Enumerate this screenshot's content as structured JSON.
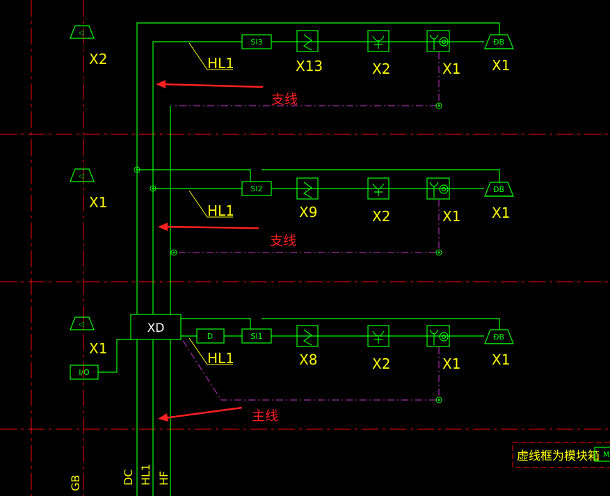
{
  "colors": {
    "background": "#000000",
    "wire": "#00ff00",
    "label": "#ffff00",
    "grid": "#ff0000",
    "dashed_link": "#cc33cc",
    "arrow": "#ff2020"
  },
  "left_column": {
    "speaker_labels": [
      "X2",
      "X1",
      "X1"
    ],
    "io_label": "I/O"
  },
  "bus_labels": [
    "GB",
    "DC",
    "HL1",
    "HF"
  ],
  "xd_box": "XD",
  "rows": [
    {
      "isolator": "SI3",
      "branch_label": "HL1",
      "annotation": "支线",
      "device_labels": [
        "X13",
        "X2",
        "X1",
        "X1"
      ]
    },
    {
      "isolator": "SI2",
      "branch_label": "HL1",
      "annotation": "支线",
      "device_labels": [
        "X9",
        "X2",
        "X1",
        "X1"
      ]
    },
    {
      "isolator": "SI1",
      "extra_box": "D",
      "branch_label": "HL1",
      "annotation": "主线",
      "device_labels": [
        "X8",
        "X2",
        "X1",
        "X1"
      ]
    }
  ],
  "legend": {
    "text": "虚线框为模块箱",
    "box": "M"
  }
}
